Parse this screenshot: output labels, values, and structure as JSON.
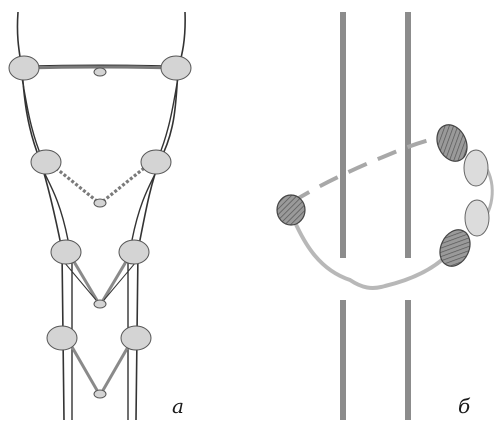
{
  "panels": [
    {
      "id": "a",
      "label": "а"
    },
    {
      "id": "b",
      "label": "б"
    }
  ],
  "colors": {
    "background": "#ffffff",
    "outline": "#333333",
    "rope_light": "#bdbdbd",
    "rope_dark": "#7a7a7a",
    "bead_fill": "#d4d4d4",
    "bead_dark": "#8a8a8a",
    "bead_stroke": "#555555",
    "rod": "#8c8c8c"
  }
}
